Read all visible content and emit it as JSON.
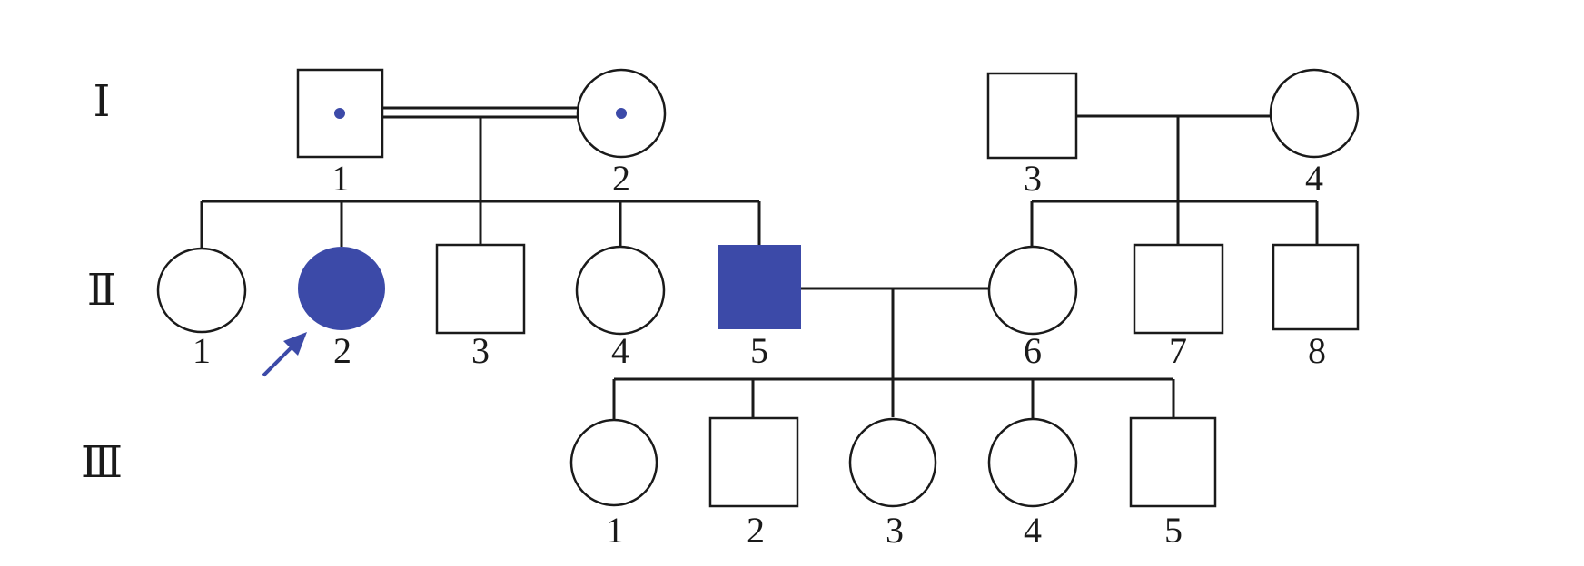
{
  "colors": {
    "line": "#1a1a1a",
    "affected": "#3c4aa8",
    "carrier": "#3c4aa8",
    "background": "#ffffff"
  },
  "generations": [
    {
      "label": "Ⅰ"
    },
    {
      "label": "Ⅱ"
    },
    {
      "label": "Ⅲ"
    }
  ],
  "individuals": {
    "I-1": {
      "label": "1",
      "sex": "male",
      "status": "carrier"
    },
    "I-2": {
      "label": "2",
      "sex": "female",
      "status": "carrier"
    },
    "I-3": {
      "label": "3",
      "sex": "male",
      "status": "unaffected"
    },
    "I-4": {
      "label": "4",
      "sex": "female",
      "status": "unaffected"
    },
    "II-1": {
      "label": "1",
      "sex": "female",
      "status": "unaffected"
    },
    "II-2": {
      "label": "2",
      "sex": "female",
      "status": "affected",
      "proband": true
    },
    "II-3": {
      "label": "3",
      "sex": "male",
      "status": "unaffected"
    },
    "II-4": {
      "label": "4",
      "sex": "female",
      "status": "unaffected"
    },
    "II-5": {
      "label": "5",
      "sex": "male",
      "status": "affected"
    },
    "II-6": {
      "label": "6",
      "sex": "female",
      "status": "unaffected"
    },
    "II-7": {
      "label": "7",
      "sex": "male",
      "status": "unaffected"
    },
    "II-8": {
      "label": "8",
      "sex": "male",
      "status": "unaffected"
    },
    "III-1": {
      "label": "1",
      "sex": "female",
      "status": "unaffected"
    },
    "III-2": {
      "label": "2",
      "sex": "male",
      "status": "unaffected"
    },
    "III-3": {
      "label": "3",
      "sex": "female",
      "status": "unaffected"
    },
    "III-4": {
      "label": "4",
      "sex": "female",
      "status": "unaffected"
    },
    "III-5": {
      "label": "5",
      "sex": "male",
      "status": "unaffected"
    }
  },
  "unions": [
    {
      "partners": [
        "I-1",
        "I-2"
      ],
      "consanguineous": true,
      "children": [
        "II-1",
        "II-2",
        "II-3",
        "II-4",
        "II-5"
      ]
    },
    {
      "partners": [
        "I-3",
        "I-4"
      ],
      "consanguineous": false,
      "children": [
        "II-6",
        "II-7",
        "II-8"
      ]
    },
    {
      "partners": [
        "II-5",
        "II-6"
      ],
      "consanguineous": false,
      "children": [
        "III-1",
        "III-2",
        "III-3",
        "III-4",
        "III-5"
      ]
    }
  ],
  "proband_marker": "arrow-icon"
}
